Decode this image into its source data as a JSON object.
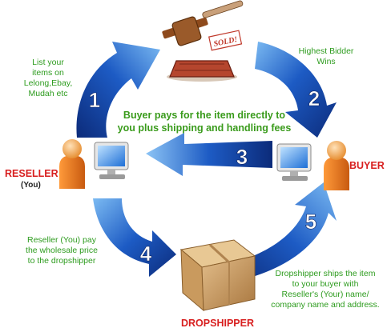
{
  "steps": [
    {
      "number": "1",
      "text_lines": [
        "List your",
        "items on",
        "Lelong,Ebay,",
        "Mudah etc"
      ]
    },
    {
      "number": "2",
      "text_lines": [
        "Highest Bidder",
        "Wins"
      ]
    },
    {
      "number": "3",
      "text_lines": [
        "Buyer pays for the item directly to",
        "you plus shipping and handling fees"
      ]
    },
    {
      "number": "4",
      "text_lines": [
        "Reseller (You) pay",
        "the wholesale price",
        "to the dropshipper"
      ]
    },
    {
      "number": "5",
      "text_lines": [
        "Dropshipper ships the item",
        "to your buyer with",
        "Reseller's (Your) name/",
        "company name and address."
      ]
    }
  ],
  "roles": {
    "reseller": "RESELLER",
    "reseller_sub": "(You)",
    "buyer": "BUYER",
    "dropshipper": "DROPSHIPPER"
  },
  "auction_sign": "SOLD!",
  "colors": {
    "arrow_dark": "#0c2b7a",
    "arrow_mid": "#1d5bc4",
    "arrow_light": "#5aa0ea",
    "label_green": "#2e9c1f",
    "role_red": "#d81f1f",
    "box_brown": "#c79a62"
  }
}
